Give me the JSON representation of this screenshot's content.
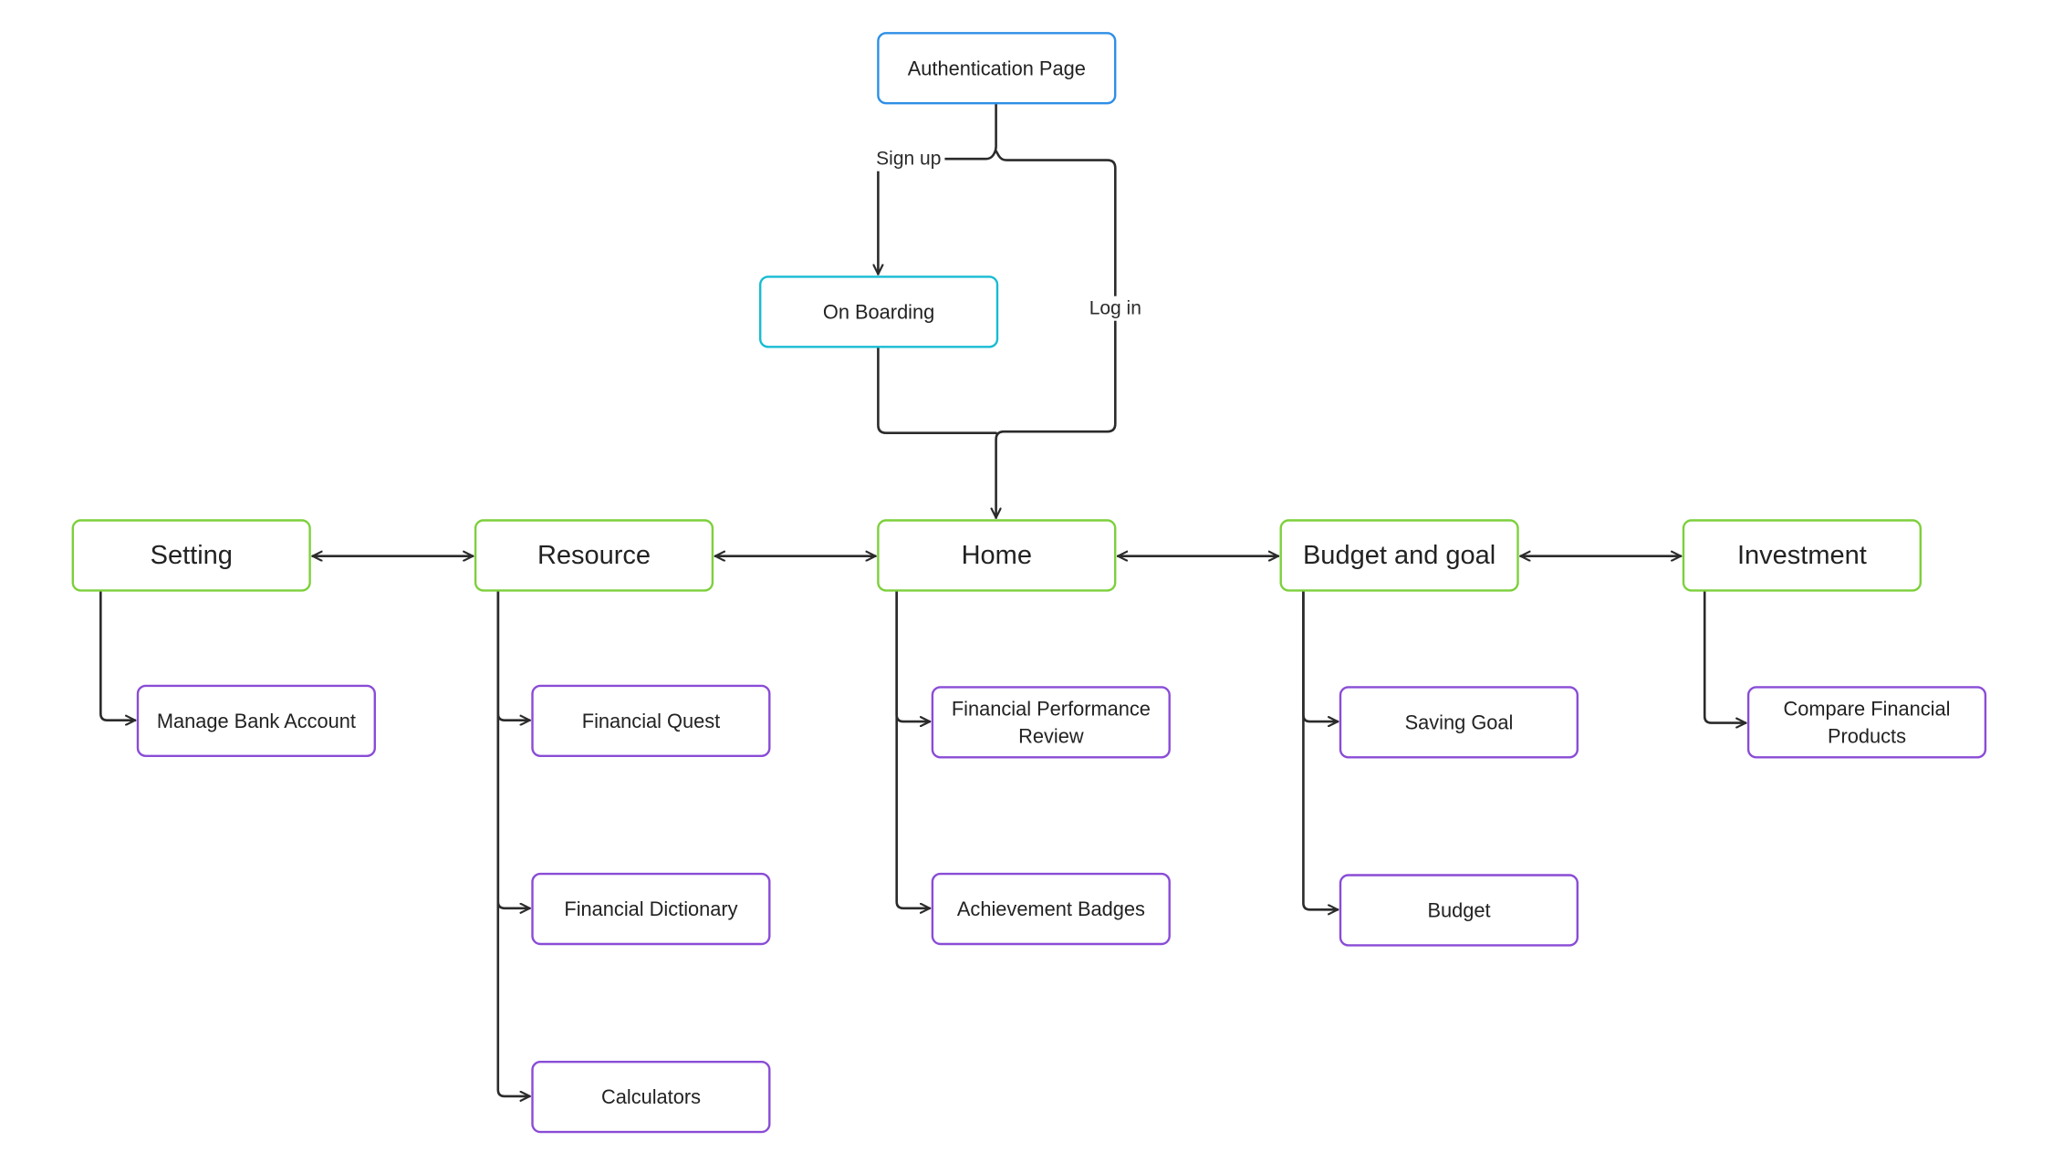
{
  "colors": {
    "auth_border": "#2E8FE6",
    "onboarding_border": "#17BCD3",
    "main_border": "#7DD03C",
    "sub_border": "#8A4CD6",
    "connector": "#2B2B2B",
    "background": "#FFFFFF"
  },
  "nodes": {
    "auth": "Authentication Page",
    "onboarding": "On Boarding",
    "setting": "Setting",
    "resource": "Resource",
    "home": "Home",
    "budget_goal": "Budget and goal",
    "investment": "Investment",
    "manage_bank": "Manage Bank Account",
    "financial_quest": "Financial Quest",
    "financial_dictionary": "Financial Dictionary",
    "calculators": "Calculators",
    "performance_review": [
      "Financial Performance",
      "Review"
    ],
    "achievement_badges": "Achievement Badges",
    "saving_goal": "Saving Goal",
    "budget": "Budget",
    "compare_products": [
      "Compare Financial",
      "Products"
    ]
  },
  "edge_labels": {
    "sign_up": "Sign up",
    "log_in": "Log in"
  }
}
